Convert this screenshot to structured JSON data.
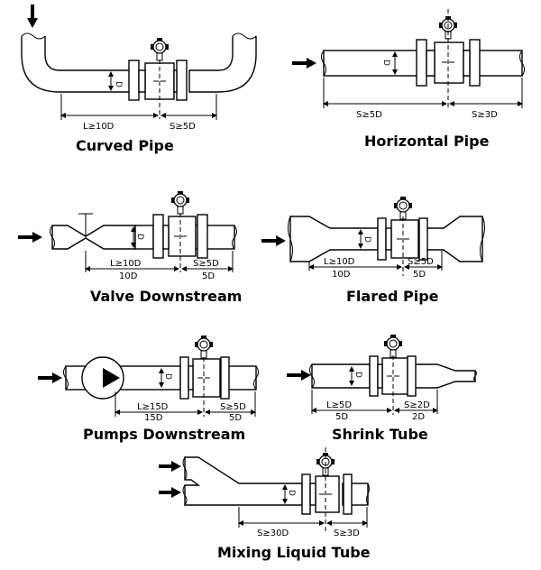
{
  "diagram": {
    "panels": [
      {
        "id": "curved",
        "title": "Curved Pipe",
        "upstream": "L≥10D",
        "downstream": "S≥5D",
        "upstream_value": "",
        "downstream_value": "",
        "diameter": "D"
      },
      {
        "id": "horizontal",
        "title": "Horizontal Pipe",
        "upstream": "S≥5D",
        "downstream": "S≥3D",
        "upstream_value": "",
        "downstream_value": "",
        "diameter": "D"
      },
      {
        "id": "valve",
        "title": "Valve Downstream",
        "upstream": "L≥10D",
        "downstream": "S≥5D",
        "upstream_value": "10D",
        "downstream_value": "5D",
        "diameter": "D"
      },
      {
        "id": "flared",
        "title": "Flared Pipe",
        "upstream": "L≥10D",
        "downstream": "S≥5D",
        "upstream_value": "10D",
        "downstream_value": "5D",
        "diameter": "D"
      },
      {
        "id": "pumps",
        "title": "Pumps Downstream",
        "upstream": "L≥15D",
        "downstream": "S≥5D",
        "upstream_value": "15D",
        "downstream_value": "5D",
        "diameter": "D"
      },
      {
        "id": "shrink",
        "title": "Shrink Tube",
        "upstream": "L≥5D",
        "downstream": "S≥2D",
        "upstream_value": "5D",
        "downstream_value": "2D",
        "diameter": "D"
      },
      {
        "id": "mixing",
        "title": "Mixing Liquid Tube",
        "upstream": "S≥30D",
        "downstream": "S≥3D",
        "upstream_value": "",
        "downstream_value": "",
        "diameter": "D"
      }
    ]
  }
}
